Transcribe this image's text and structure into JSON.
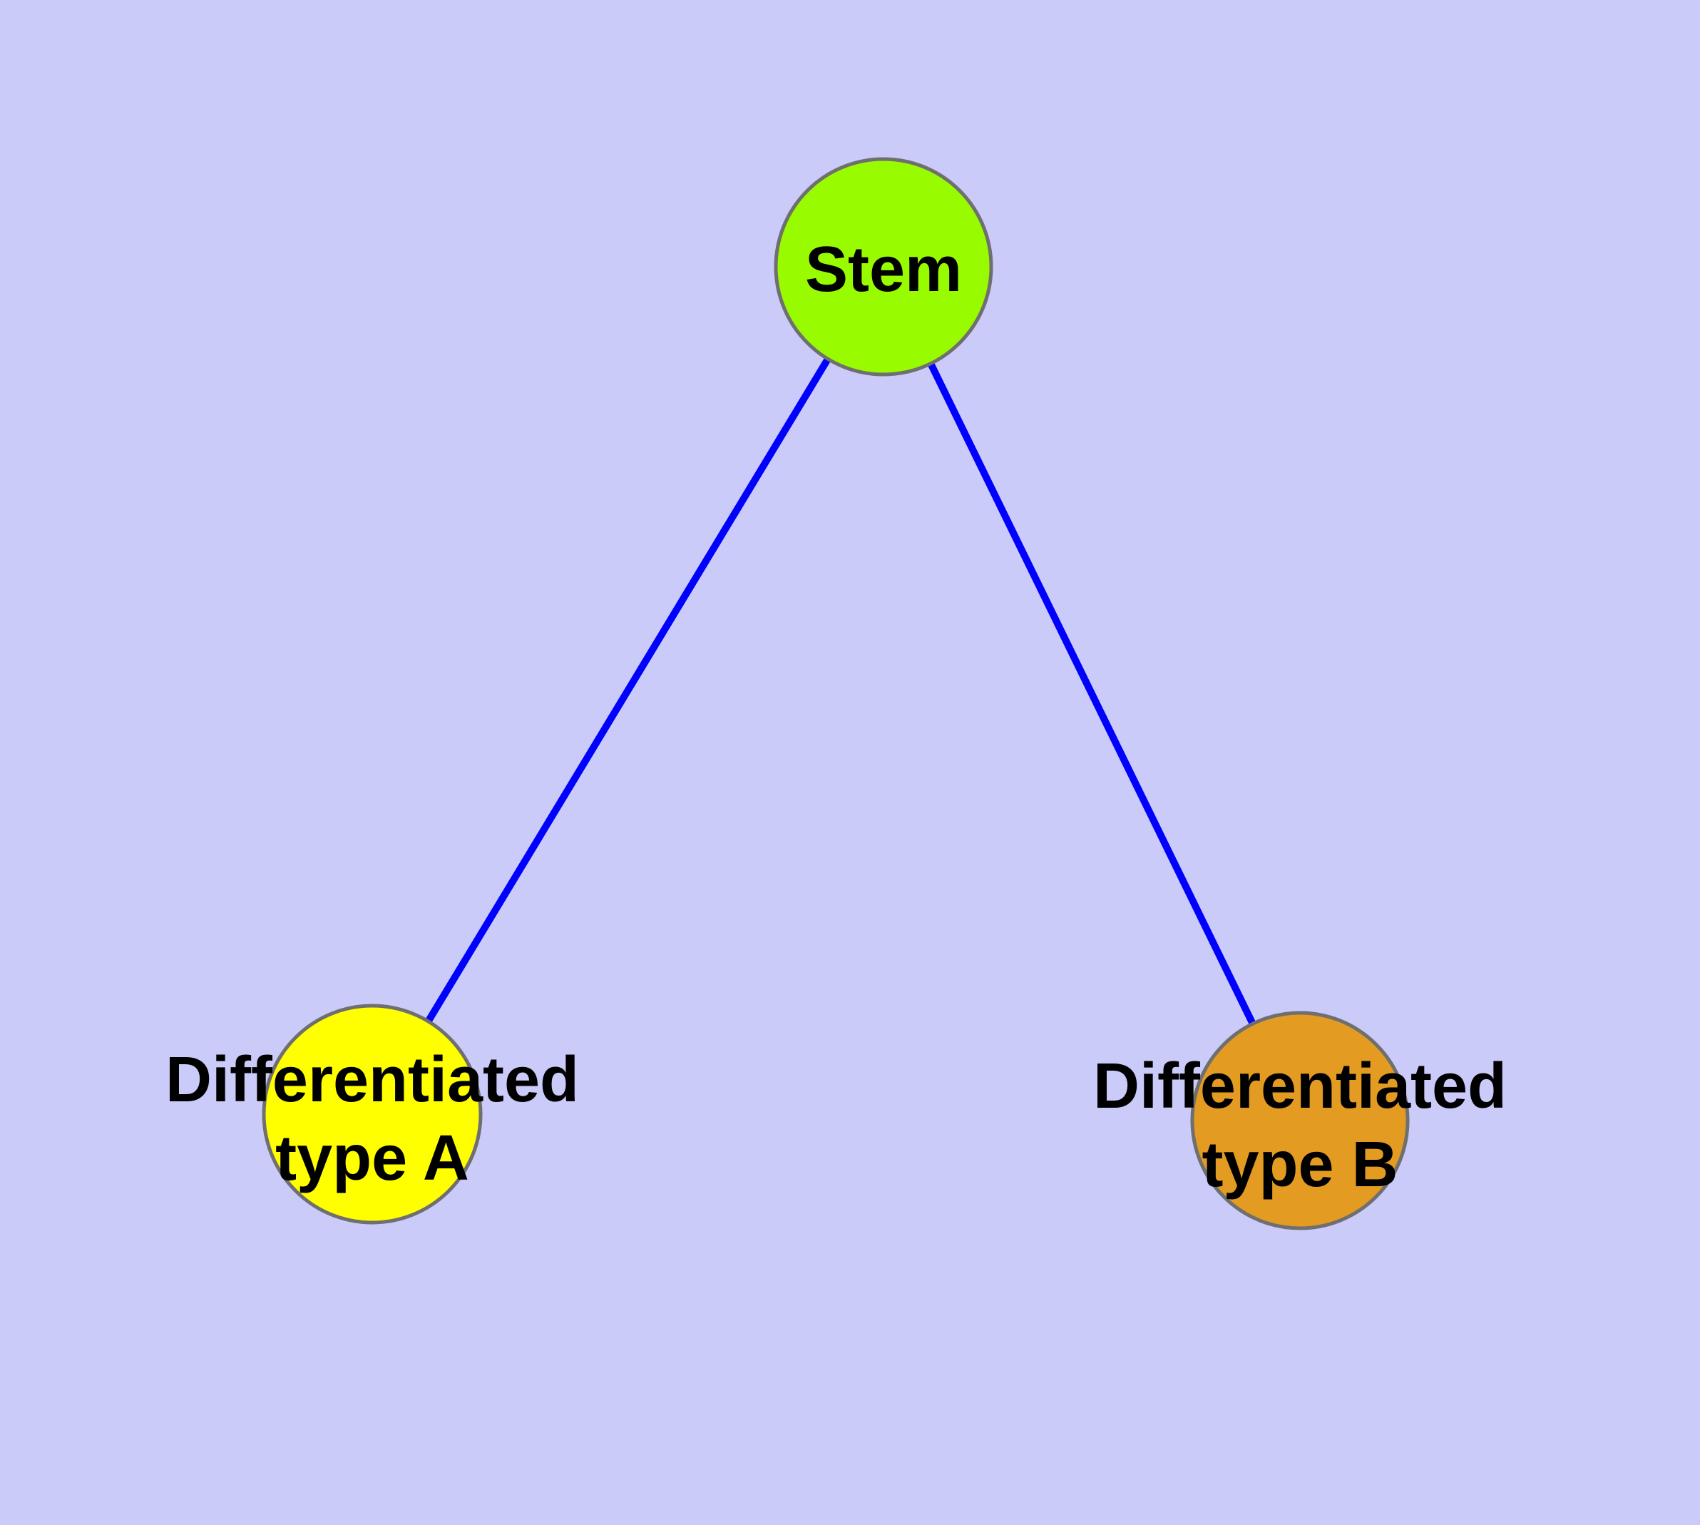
{
  "canvas": {
    "background_color": "#CBCBFA"
  },
  "diagram": {
    "type": "node-link-tree",
    "edges": {
      "color": "#0000FF",
      "items": [
        {
          "from": "Stem",
          "to": "Differentiated type A"
        },
        {
          "from": "Stem",
          "to": "Differentiated type B"
        }
      ]
    },
    "nodes": {
      "border_color": "#6F6F6F",
      "stem": {
        "label": "Stem",
        "fill": "#98FB00"
      },
      "type_a": {
        "label_line1": "Differentiated",
        "label_line2": "type A",
        "fill": "#FFFF00"
      },
      "type_b": {
        "label_line1": "Differentiated",
        "label_line2": "type B",
        "fill": "#E39B22"
      }
    }
  }
}
